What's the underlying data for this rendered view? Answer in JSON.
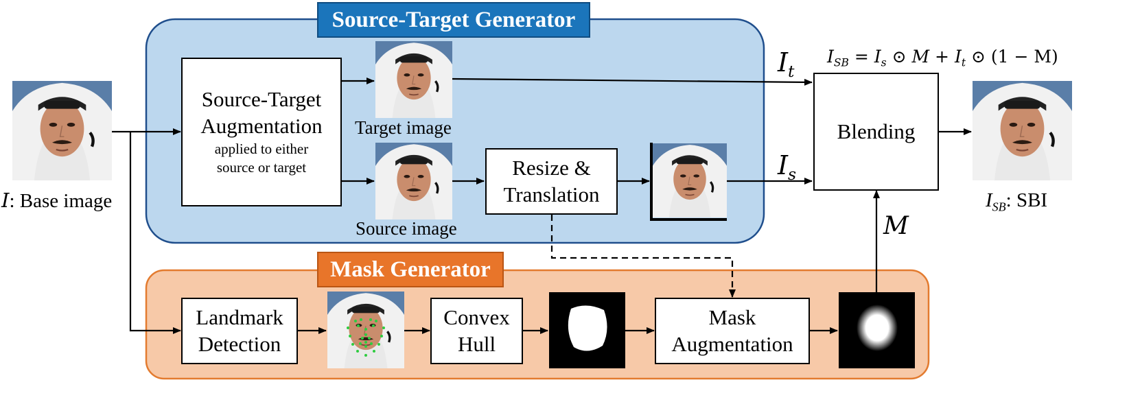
{
  "groups": {
    "source_target": {
      "title": "Source-Target Generator",
      "fill": "#bcd7ee",
      "border": "#1f4e8c",
      "tag_color": "#1b75bb"
    },
    "mask": {
      "title": "Mask Generator",
      "fill": "#f7c9a8",
      "border": "#e37b2f",
      "tag_color": "#e8752a"
    }
  },
  "boxes": {
    "st_aug_line1": "Source-Target",
    "st_aug_line2": "Augmentation",
    "st_aug_note1": "applied to either",
    "st_aug_note2": "source or target",
    "resize_line1": "Resize &",
    "resize_line2": "Translation",
    "blending": "Blending",
    "landmark_line1": "Landmark",
    "landmark_line2": "Detection",
    "convex_line1": "Convex",
    "convex_line2": "Hull",
    "mask_aug_line1": "Mask",
    "mask_aug_line2": "Augmentation"
  },
  "labels": {
    "base_image_var": "I",
    "base_image_text": ": Base image",
    "target_image": "Target image",
    "source_image": "Source image",
    "sbi_text": ": SBI"
  },
  "math": {
    "I": "I",
    "t": "t",
    "s": "s",
    "SB": "SB",
    "M": "M",
    "formula_rest": " = ",
    "odot": "⊙",
    "plus": "+",
    "one_minus_M": "(1 − M)"
  }
}
